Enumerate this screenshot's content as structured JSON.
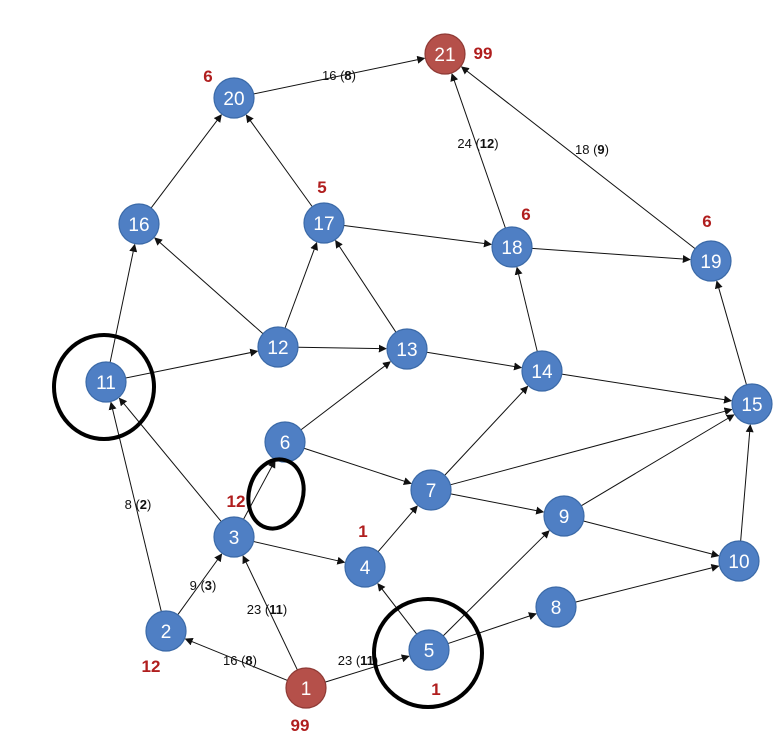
{
  "colors": {
    "node_fill": "#4f7fc4",
    "node_stroke": "#3b6aa8",
    "special_fill": "#b5504a",
    "special_stroke": "#8f3a35",
    "badge": "#b01e1e",
    "edge": "#111111",
    "ring": "#000000"
  },
  "nodes": [
    {
      "id": "1",
      "label": "1",
      "special": true
    },
    {
      "id": "2",
      "label": "2"
    },
    {
      "id": "3",
      "label": "3"
    },
    {
      "id": "4",
      "label": "4"
    },
    {
      "id": "5",
      "label": "5"
    },
    {
      "id": "6",
      "label": "6"
    },
    {
      "id": "7",
      "label": "7"
    },
    {
      "id": "8",
      "label": "8"
    },
    {
      "id": "9",
      "label": "9"
    },
    {
      "id": "10",
      "label": "10"
    },
    {
      "id": "11",
      "label": "11"
    },
    {
      "id": "12",
      "label": "12"
    },
    {
      "id": "13",
      "label": "13"
    },
    {
      "id": "14",
      "label": "14"
    },
    {
      "id": "15",
      "label": "15"
    },
    {
      "id": "16",
      "label": "16"
    },
    {
      "id": "17",
      "label": "17"
    },
    {
      "id": "18",
      "label": "18"
    },
    {
      "id": "19",
      "label": "19"
    },
    {
      "id": "20",
      "label": "20"
    },
    {
      "id": "21",
      "label": "21",
      "special": true
    }
  ],
  "badges": [
    {
      "node": "1",
      "text": "99"
    },
    {
      "node": "2",
      "text": "12"
    },
    {
      "node": "3",
      "text": "12"
    },
    {
      "node": "4",
      "text": "1"
    },
    {
      "node": "5",
      "text": "1"
    },
    {
      "node": "17",
      "text": "5"
    },
    {
      "node": "18",
      "text": "6"
    },
    {
      "node": "19",
      "text": "6"
    },
    {
      "node": "20",
      "text": "6"
    },
    {
      "node": "21",
      "text": "99"
    }
  ],
  "edges": [
    {
      "from": "1",
      "to": "2",
      "label": "16",
      "sub": "8"
    },
    {
      "from": "1",
      "to": "3",
      "label": "23",
      "sub": "11"
    },
    {
      "from": "1",
      "to": "5",
      "label": "23",
      "sub": "11"
    },
    {
      "from": "2",
      "to": "3",
      "label": "9",
      "sub": "3"
    },
    {
      "from": "2",
      "to": "11",
      "label": "8",
      "sub": "2"
    },
    {
      "from": "3",
      "to": "11"
    },
    {
      "from": "3",
      "to": "6"
    },
    {
      "from": "3",
      "to": "4"
    },
    {
      "from": "4",
      "to": "7"
    },
    {
      "from": "5",
      "to": "4"
    },
    {
      "from": "5",
      "to": "9"
    },
    {
      "from": "5",
      "to": "8"
    },
    {
      "from": "6",
      "to": "13"
    },
    {
      "from": "6",
      "to": "7"
    },
    {
      "from": "7",
      "to": "14"
    },
    {
      "from": "7",
      "to": "15"
    },
    {
      "from": "7",
      "to": "9"
    },
    {
      "from": "8",
      "to": "10"
    },
    {
      "from": "9",
      "to": "15"
    },
    {
      "from": "9",
      "to": "10"
    },
    {
      "from": "10",
      "to": "15"
    },
    {
      "from": "11",
      "to": "16"
    },
    {
      "from": "11",
      "to": "12"
    },
    {
      "from": "12",
      "to": "16"
    },
    {
      "from": "12",
      "to": "17"
    },
    {
      "from": "12",
      "to": "13"
    },
    {
      "from": "13",
      "to": "17"
    },
    {
      "from": "13",
      "to": "14"
    },
    {
      "from": "14",
      "to": "18"
    },
    {
      "from": "14",
      "to": "15"
    },
    {
      "from": "15",
      "to": "19"
    },
    {
      "from": "16",
      "to": "20"
    },
    {
      "from": "17",
      "to": "20"
    },
    {
      "from": "17",
      "to": "18"
    },
    {
      "from": "18",
      "to": "21",
      "label": "24",
      "sub": "12"
    },
    {
      "from": "18",
      "to": "19"
    },
    {
      "from": "19",
      "to": "21",
      "label": "18",
      "sub": "9"
    },
    {
      "from": "20",
      "to": "21",
      "label": "16",
      "sub": "8"
    }
  ],
  "highlights": [
    {
      "node": "11",
      "shape": "circle"
    },
    {
      "node": "5",
      "shape": "circle"
    },
    {
      "edge": "3-6",
      "shape": "ellipse"
    }
  ]
}
